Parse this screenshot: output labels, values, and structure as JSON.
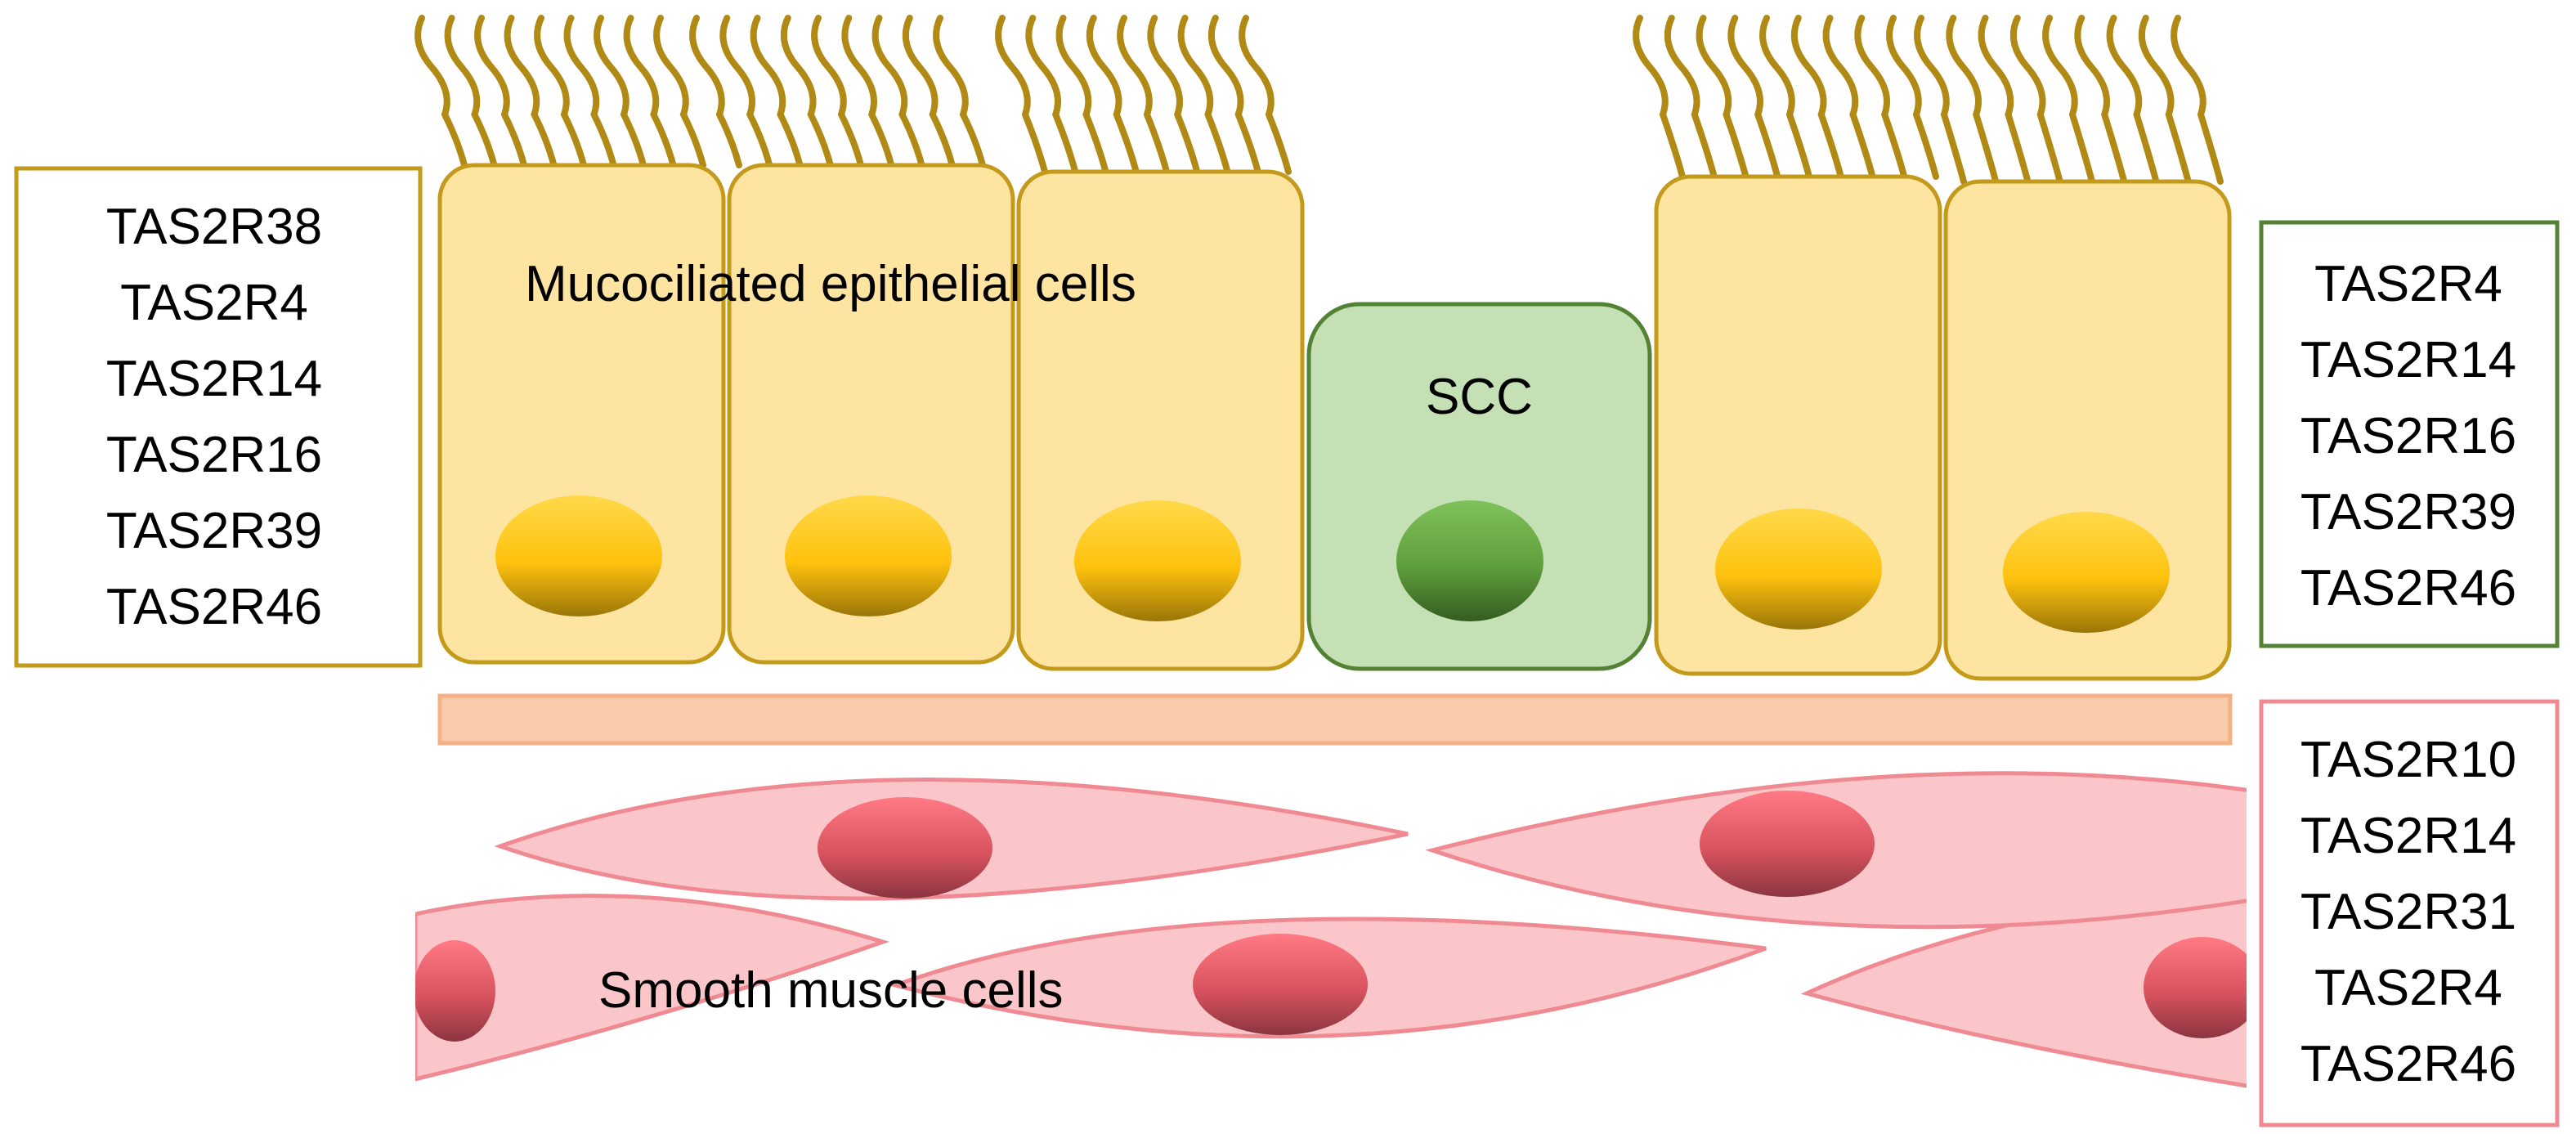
{
  "colors": {
    "epithelial_fill": "#fde4a0",
    "epithelial_stroke": "#c49a1c",
    "cilia": "#b08a14",
    "epithelial_nucleus_top": "#ffc90e",
    "epithelial_nucleus_bottom": "#a8800a",
    "scc_fill": "#c5e0b4",
    "scc_stroke": "#548235",
    "scc_nucleus_top": "#70ad47",
    "scc_nucleus_bottom": "#3f6b25",
    "basement_membrane_fill": "#f8cbad",
    "basement_membrane_stroke": "#f4b183",
    "muscle_fill": "#fbc6c9",
    "muscle_stroke": "#f08a92",
    "muscle_nucleus_top": "#f4707b",
    "muscle_nucleus_bottom": "#9a3a44",
    "epithelial_box_border": "#c49a1c",
    "scc_box_border": "#548235",
    "muscle_box_border": "#f08a92"
  },
  "labels": {
    "epithelial": "Mucociliated epithelial cells",
    "scc": "SCC",
    "smooth_muscle": "Smooth  muscle cells"
  },
  "receptor_lists": {
    "epithelial": [
      "TAS2R38",
      "TAS2R4",
      "TAS2R14",
      "TAS2R16",
      "TAS2R39",
      "TAS2R46"
    ],
    "scc": [
      "TAS2R4",
      "TAS2R14",
      "TAS2R16",
      "TAS2R39",
      "TAS2R46"
    ],
    "smooth_muscle": [
      "TAS2R10",
      "TAS2R14",
      "TAS2R31",
      "TAS2R4",
      "TAS2R46"
    ]
  }
}
